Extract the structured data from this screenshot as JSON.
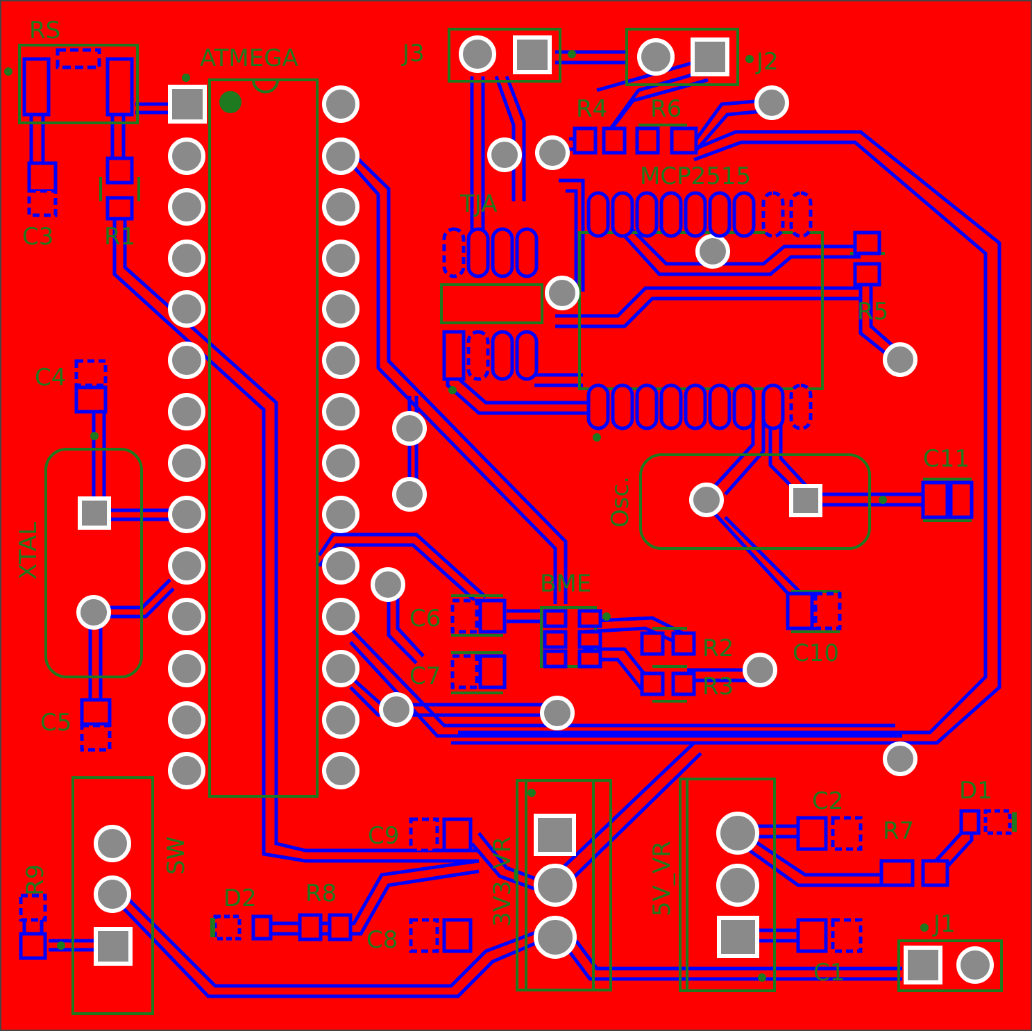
{
  "colors": {
    "board": "#ff0000",
    "trace": "#0000ff",
    "silk": "#1f7a1f",
    "pad": "#8a8a8a",
    "pad_ring": "#ffffff"
  },
  "labels": {
    "rs": "RS",
    "atmega": "ATMEGA",
    "j3": "J3",
    "j2": "J2",
    "r4": "R4",
    "r6": "R6",
    "mcp2515": "MCP2515",
    "tja": "TJA",
    "c3": "C3",
    "r1": "R1",
    "r5": "R5",
    "c4": "C4",
    "xtal": "XTAL",
    "c11": "C11",
    "osc": "Osc.",
    "bme": "BME",
    "c6": "C6",
    "c7": "C7",
    "r2": "R2",
    "r3": "R3",
    "c10": "C10",
    "c5": "C5",
    "d1": "D1",
    "c2": "C2",
    "r7": "R7",
    "c9": "C9",
    "vr33": "3V3_VR",
    "vr5": "5V_VR",
    "sw": "SW",
    "r9": "R9",
    "d2": "D2",
    "r8": "R8",
    "c8": "C8",
    "j1": "J1",
    "c1": "C1"
  }
}
